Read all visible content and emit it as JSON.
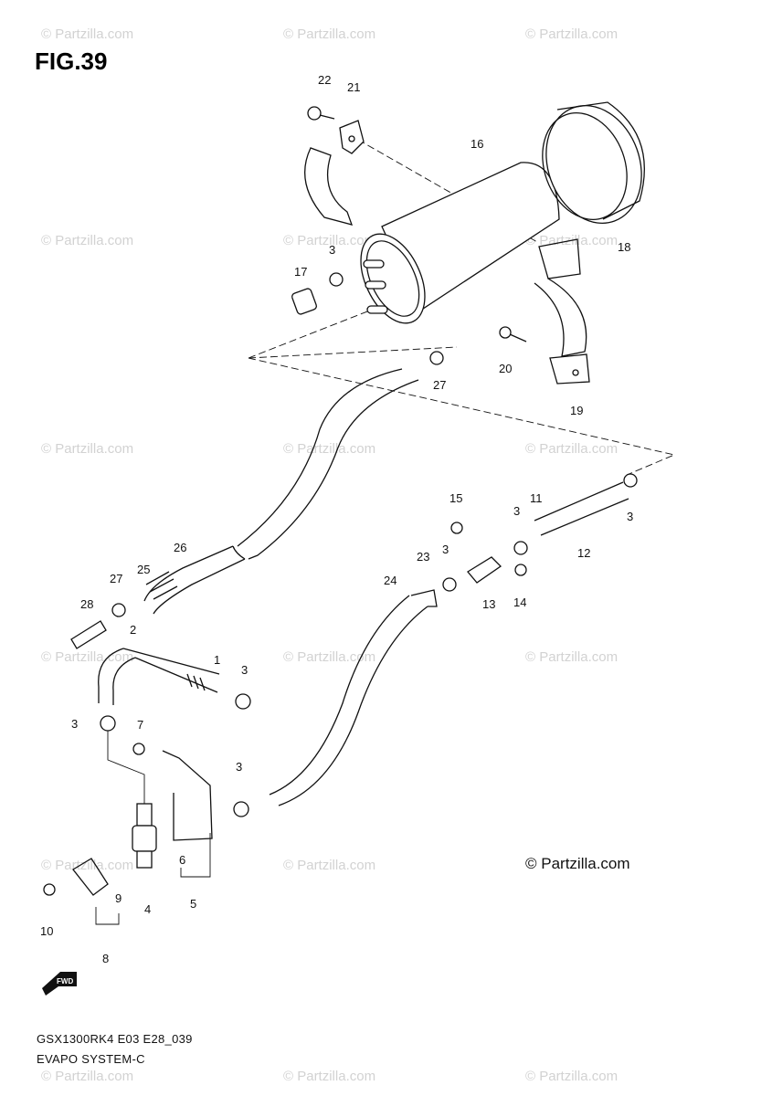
{
  "figure_title": "FIG.39",
  "watermark_text": "© Partzilla.com",
  "copyright_text": "© Partzilla.com",
  "footer": {
    "model_code": "GSX1300RK4 E03 E28_039",
    "section_name": "EVAPO SYSTEM-C"
  },
  "fwd_arrow_label": "FWD",
  "part_labels": {
    "p1": "1",
    "p2": "2",
    "p3": "3",
    "p4": "4",
    "p5": "5",
    "p6": "6",
    "p7": "7",
    "p8": "8",
    "p9": "9",
    "p10": "10",
    "p11": "11",
    "p12": "12",
    "p13": "13",
    "p14": "14",
    "p15": "15",
    "p16": "16",
    "p17": "17",
    "p18": "18",
    "p19": "19",
    "p20": "20",
    "p21": "21",
    "p22": "22",
    "p23": "23",
    "p24": "24",
    "p25": "25",
    "p26": "26",
    "p27": "27",
    "p28": "28"
  }
}
